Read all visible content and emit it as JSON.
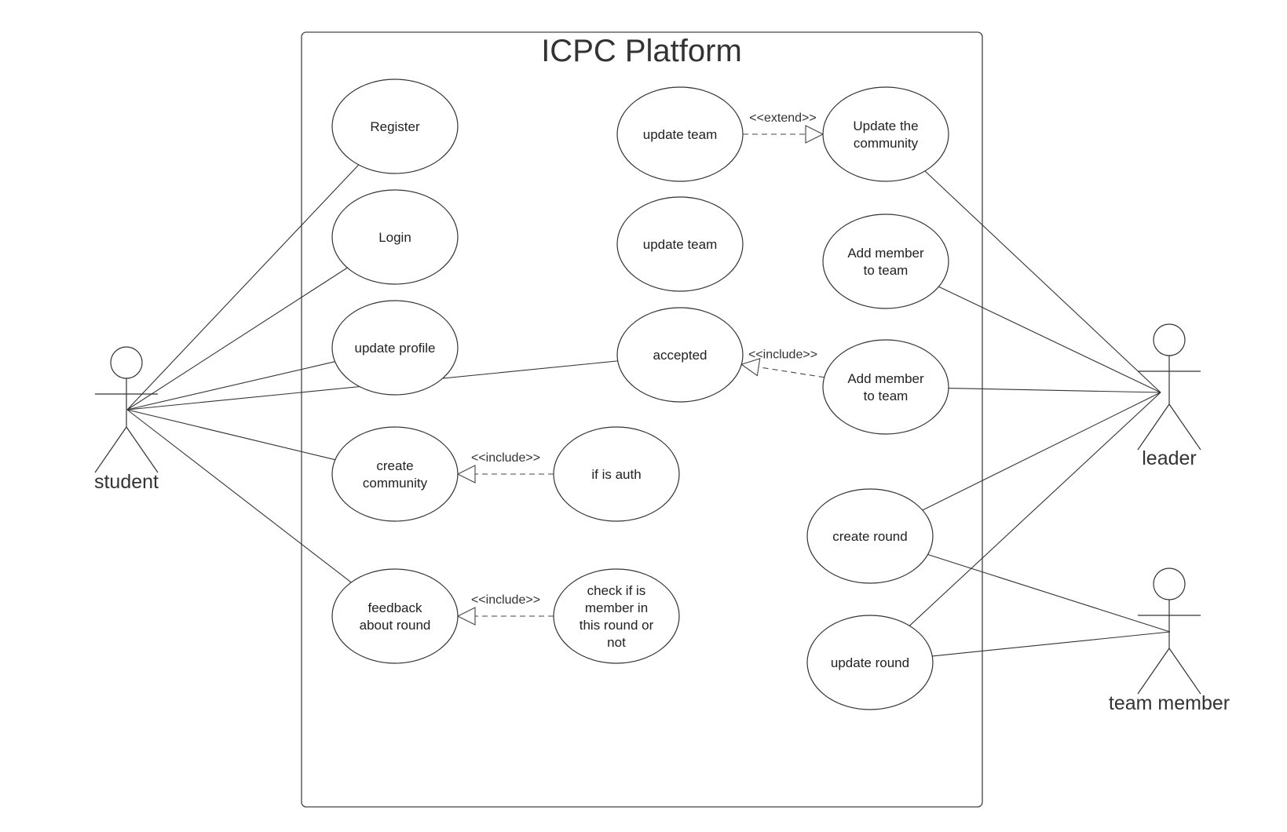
{
  "system": {
    "title": "ICPC Platform"
  },
  "actors": [
    {
      "id": "student",
      "label": "student"
    },
    {
      "id": "leader",
      "label": "leader"
    },
    {
      "id": "team_member",
      "label": "team member"
    }
  ],
  "use_cases": [
    {
      "id": "register",
      "lines": [
        "Register"
      ]
    },
    {
      "id": "login",
      "lines": [
        "Login"
      ]
    },
    {
      "id": "update_profile",
      "lines": [
        "update profile"
      ]
    },
    {
      "id": "create_community",
      "lines": [
        "create",
        "community"
      ]
    },
    {
      "id": "feedback_round",
      "lines": [
        "feedback",
        "about round"
      ]
    },
    {
      "id": "update_team_1",
      "lines": [
        "update team"
      ]
    },
    {
      "id": "update_team_2",
      "lines": [
        "update team"
      ]
    },
    {
      "id": "accepted",
      "lines": [
        "accepted"
      ]
    },
    {
      "id": "if_auth",
      "lines": [
        "if is auth"
      ]
    },
    {
      "id": "check_member",
      "lines": [
        "check if is",
        "member in",
        "this round or",
        "not"
      ]
    },
    {
      "id": "update_community",
      "lines": [
        "Update the",
        "community"
      ]
    },
    {
      "id": "add_member_1",
      "lines": [
        "Add member",
        "to team"
      ]
    },
    {
      "id": "add_member_2",
      "lines": [
        "Add member",
        "to team"
      ]
    },
    {
      "id": "create_round",
      "lines": [
        "create round"
      ]
    },
    {
      "id": "update_round",
      "lines": [
        "update round"
      ]
    }
  ],
  "associations": [
    {
      "actor": "student",
      "use_case": "register"
    },
    {
      "actor": "student",
      "use_case": "login"
    },
    {
      "actor": "student",
      "use_case": "update_profile"
    },
    {
      "actor": "student",
      "use_case": "accepted"
    },
    {
      "actor": "student",
      "use_case": "create_community"
    },
    {
      "actor": "student",
      "use_case": "feedback_round"
    },
    {
      "actor": "leader",
      "use_case": "update_community"
    },
    {
      "actor": "leader",
      "use_case": "add_member_1"
    },
    {
      "actor": "leader",
      "use_case": "add_member_2"
    },
    {
      "actor": "leader",
      "use_case": "create_round"
    },
    {
      "actor": "leader",
      "use_case": "update_round"
    },
    {
      "actor": "team_member",
      "use_case": "create_round"
    },
    {
      "actor": "team_member",
      "use_case": "update_round"
    }
  ],
  "dependencies": [
    {
      "from": "update_team_1",
      "to": "update_community",
      "label": "<<extend>>"
    },
    {
      "from": "add_member_2",
      "to": "accepted",
      "label": "<<include>>"
    },
    {
      "from": "if_auth",
      "to": "create_community",
      "label": "<<include>>"
    },
    {
      "from": "check_member",
      "to": "feedback_round",
      "label": "<<include>>"
    }
  ]
}
